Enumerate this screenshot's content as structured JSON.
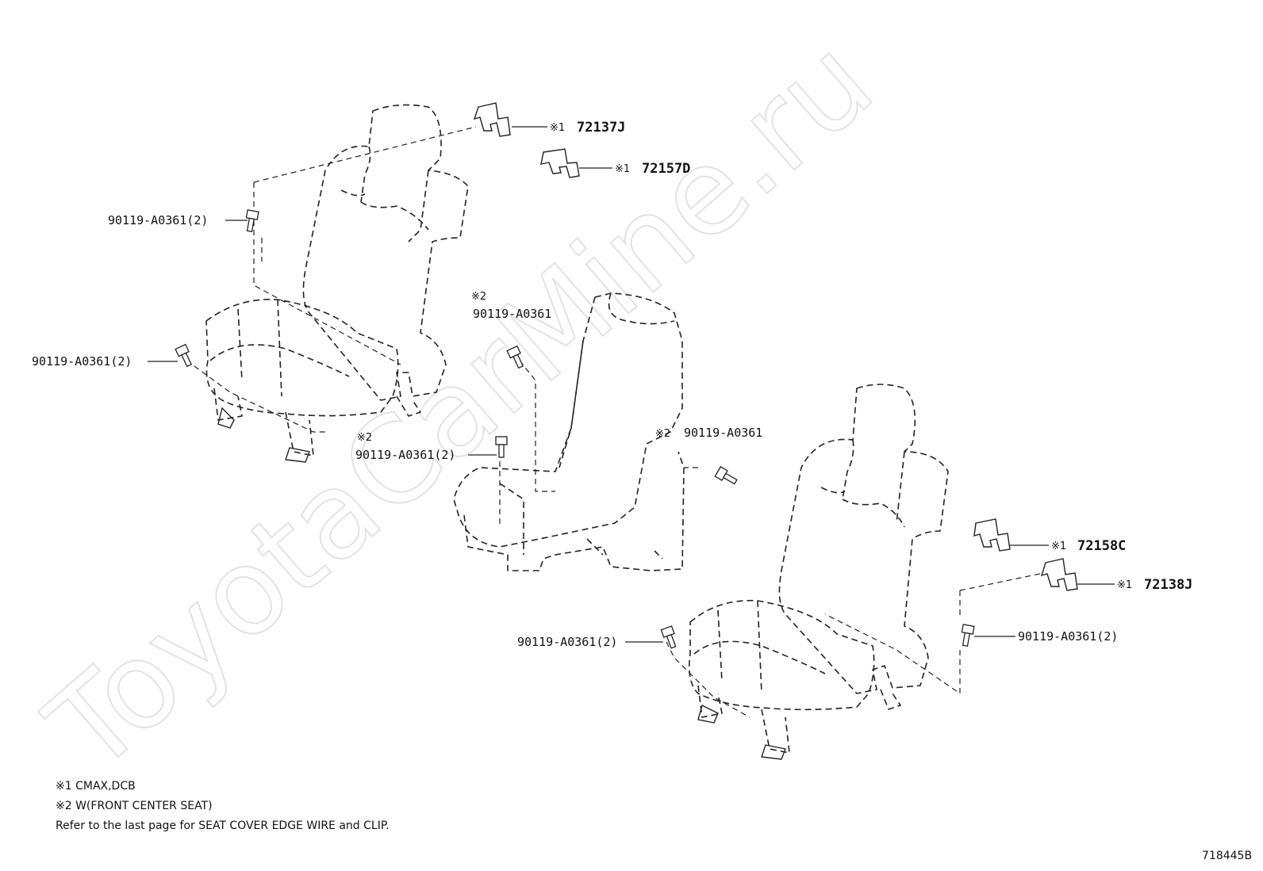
{
  "watermark": "ToyotaCarMine.ru",
  "diagram_id": "718445B",
  "callouts": {
    "clip_72137j": {
      "mark": "※1",
      "code": "72137J"
    },
    "clip_72157d": {
      "mark": "※1",
      "code": "72157D"
    },
    "clip_72158c": {
      "mark": "※1",
      "code": "72158C"
    },
    "clip_72138j": {
      "mark": "※1",
      "code": "72138J"
    },
    "bolt_left_upper": {
      "code": "90119-A0361(2)"
    },
    "bolt_left_lower": {
      "code": "90119-A0361(2)"
    },
    "bolt_center_top": {
      "mark": "※2",
      "code": "90119-A0361"
    },
    "bolt_center_lower": {
      "mark": "※2",
      "code": "90119-A0361(2)"
    },
    "bolt_center_right": {
      "mark": "※2",
      "code": "90119-A0361"
    },
    "bolt_right_left": {
      "code": "90119-A0361(2)"
    },
    "bolt_right_right": {
      "code": "90119-A0361(2)"
    }
  },
  "notes": [
    "※1 CMAX,DCB",
    "※2 W(FRONT CENTER SEAT)",
    "Refer to the last page for SEAT COVER EDGE WIRE and CLIP."
  ],
  "icons": [
    "seat-left",
    "seat-center",
    "seat-right",
    "bolt-icon",
    "clip-icon"
  ]
}
